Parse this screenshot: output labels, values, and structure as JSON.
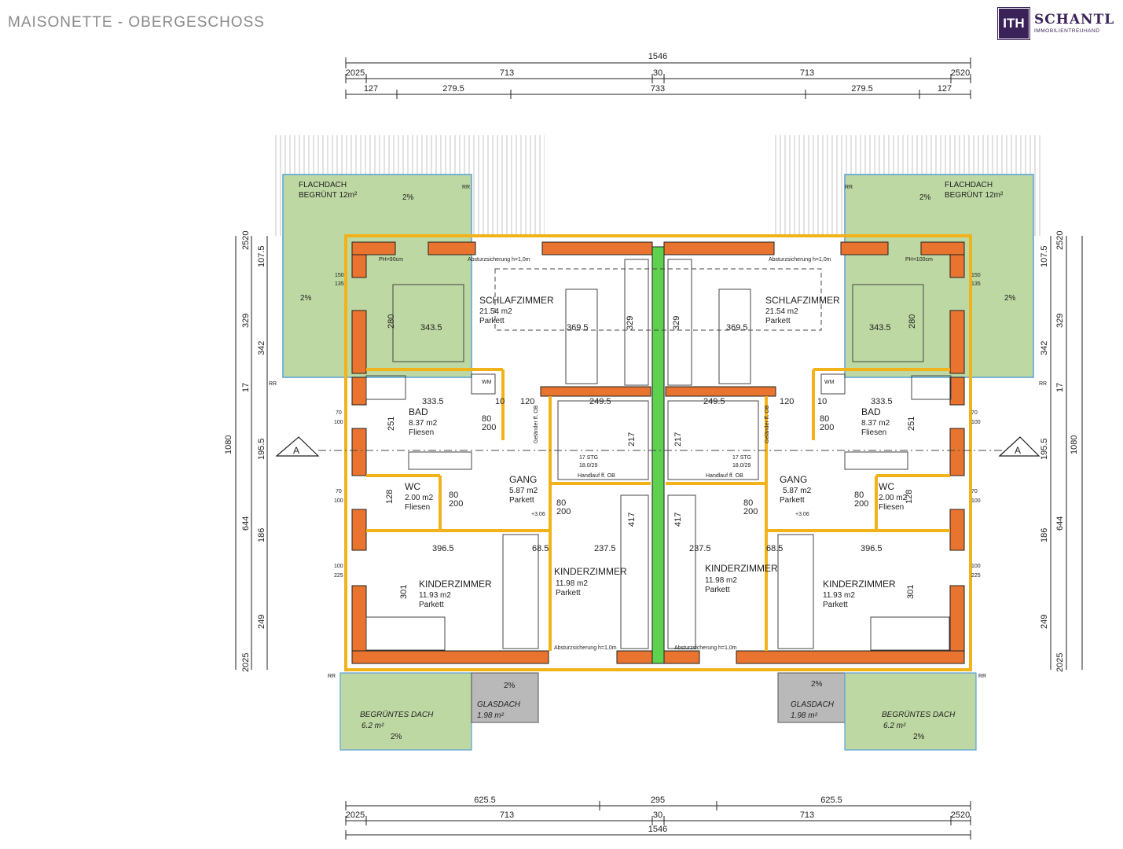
{
  "header": {
    "title": "MAISONETTE - OBERGESCHOSS"
  },
  "logo": {
    "mark": "ITH",
    "name": "SCHANTL",
    "sub": "IMMOBILIENTREUHAND"
  },
  "colors": {
    "wall": "#e9742f",
    "wall_outline": "#f2b21a",
    "party_wall": "#5ed24e",
    "green_roof": "#bdd8a2",
    "glass_roof": "#b9b9b9"
  },
  "dims_top": {
    "overall": "1546",
    "row2": [
      "2025",
      "713",
      "30",
      "713",
      "2520"
    ],
    "row3": [
      "127",
      "279.5",
      "733",
      "279.5",
      "127"
    ]
  },
  "dims_bottom": {
    "row1": [
      "625.5",
      "295",
      "625.5"
    ],
    "row2": [
      "2025",
      "713",
      "30",
      "713",
      "2520"
    ],
    "overall": "1546"
  },
  "dims_left": {
    "outer": [
      "2520",
      "107.5",
      "329",
      "342",
      "17",
      "195.5",
      "644",
      "186",
      "249",
      "2025"
    ],
    "total": "1080"
  },
  "dims_right": {
    "outer": [
      "2520",
      "107.5",
      "329",
      "342",
      "17",
      "195.5",
      "644",
      "186",
      "249",
      "2025"
    ],
    "total": "1080"
  },
  "rooms_left": [
    {
      "name": "SCHLAFZIMMER",
      "area": "21.54 m2",
      "floor": "Parkett"
    },
    {
      "name": "BAD",
      "area": "8.37 m2",
      "floor": "Fliesen"
    },
    {
      "name": "WC",
      "area": "2.00 m2",
      "floor": "Fliesen"
    },
    {
      "name": "GANG",
      "area": "5.87 m2",
      "floor": "Parkett"
    },
    {
      "name": "KINDERZIMMER",
      "area": "11.93 m2",
      "floor": "Parkett"
    },
    {
      "name": "KINDERZIMMER",
      "area": "11.98 m2",
      "floor": "Parkett"
    }
  ],
  "rooms_right": [
    {
      "name": "SCHLAFZIMMER",
      "area": "21.54 m2",
      "floor": "Parkett"
    },
    {
      "name": "BAD",
      "area": "8.37 m2",
      "floor": "Fliesen"
    },
    {
      "name": "WC",
      "area": "2.00 m2",
      "floor": "Fliesen"
    },
    {
      "name": "GANG",
      "area": "5.87 m2",
      "floor": "Parkett"
    },
    {
      "name": "KINDERZIMMER",
      "area": "11.93 m2",
      "floor": "Parkett"
    },
    {
      "name": "KINDERZIMMER",
      "area": "11.98 m2",
      "floor": "Parkett"
    }
  ],
  "roofs": {
    "flat_label": "FLACHDACH",
    "flat_area": "BEGRÜNT 12m²",
    "green_label": "BEGRÜNTES DACH",
    "green_area": "6.2 m²",
    "glass_label": "GLASDACH",
    "glass_area": "1.98 m²",
    "slope": "2%"
  },
  "annotations": {
    "fall_protection": "Absturzsicherung h=1,0m",
    "stairs": "17 STG",
    "stairs_ratio": "18.0/29",
    "handrail": "Handlauf ff. OB",
    "railing": "Geländer ff. OB",
    "section": "A",
    "level": "+3.06",
    "ph90": "PH=90cm",
    "ph100": "PH=100cm",
    "rr": "RR",
    "wm": "WM"
  },
  "inner_dims": {
    "bed_w": "343.5",
    "bed_h": "280",
    "stair_w": "369.5",
    "stair_h": "329",
    "bad_w": "333.5",
    "bad_h": "251",
    "hall": "249.5",
    "hall2": "120",
    "wc_h": "128",
    "kid_w": "396.5",
    "kid_h": "301",
    "kid2_w": "237.5",
    "kid2_h": "417",
    "stair_len": "217",
    "small": "68.5",
    "small2": "10",
    "door1": "80",
    "door2": "200",
    "door3": "70",
    "door4": "100",
    "door5": "225",
    "door6": "150",
    "door7": "135"
  }
}
